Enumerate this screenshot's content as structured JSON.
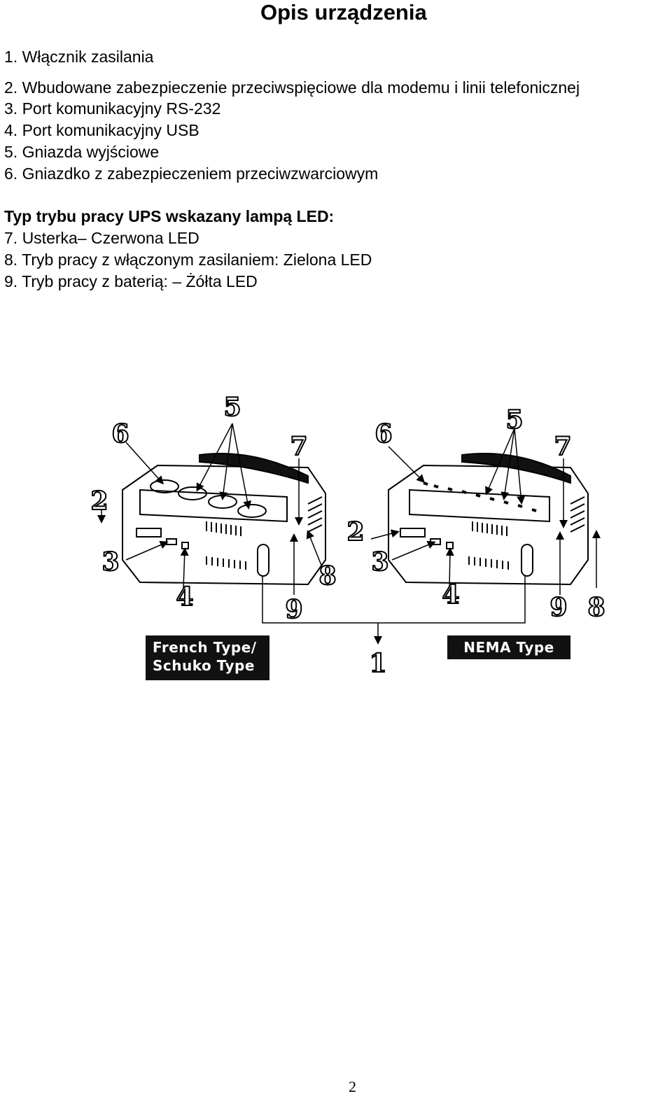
{
  "title": "Opis urządzenia",
  "items": [
    "1. Włącznik zasilania",
    "2. Wbudowane zabezpieczenie przeciwspięciowe dla modemu i linii telefonicznej",
    "3. Port komunikacyjny RS-232",
    "4. Port komunikacyjny USB",
    "5. Gniazda wyjściowe",
    "6. Gniazdko z zabezpieczeniem przeciwzwarciowym"
  ],
  "led_heading": "Typ trybu pracy UPS wskazany lampą LED:",
  "led_items": [
    "7. Usterka– Czerwona LED",
    "8. Tryb pracy z włączonym zasilaniem: Zielona LED",
    "9. Tryb pracy z baterią: – Żółta LED"
  ],
  "figure": {
    "labels": [
      "1",
      "2",
      "3",
      "4",
      "5",
      "6",
      "7",
      "8",
      "9"
    ],
    "left_type_line1": "French Type/",
    "left_type_line2": "Schuko Type",
    "right_type": "NEMA Type"
  },
  "page_number": "2"
}
